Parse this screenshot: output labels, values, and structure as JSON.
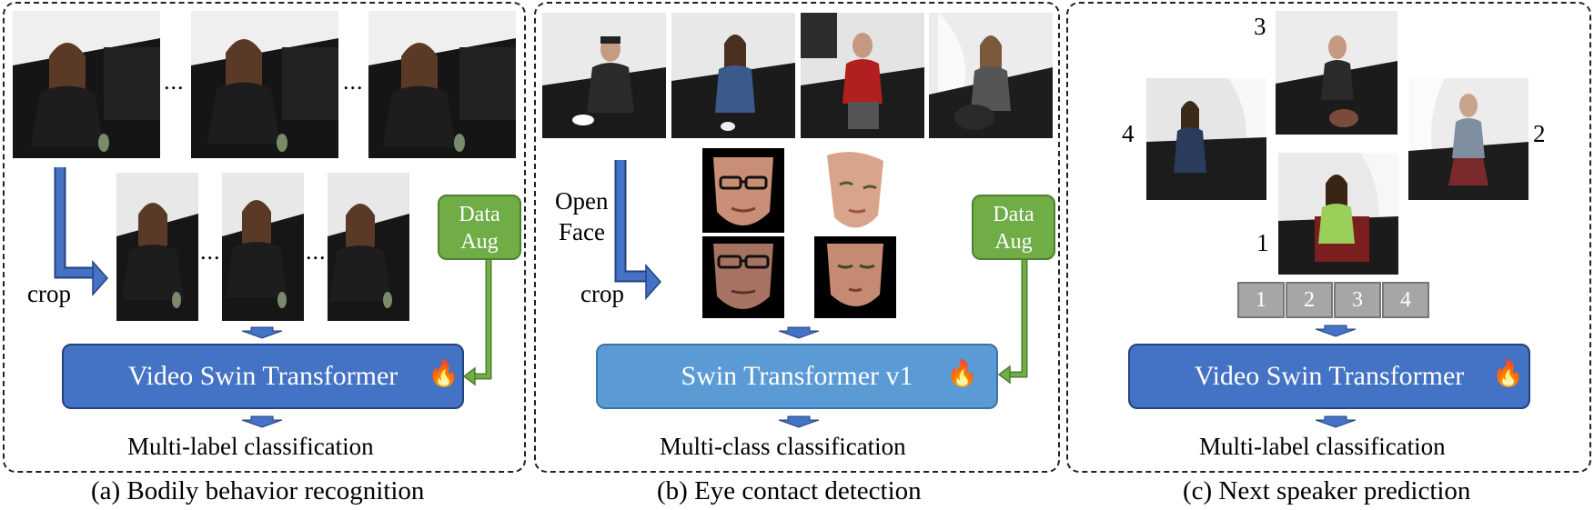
{
  "panel_a": {
    "crop": "crop",
    "data_aug_line1": "Data",
    "data_aug_line2": "Aug",
    "model": "Video Swin Transformer",
    "output": "Multi-label classification",
    "caption": "(a) Bodily behavior recognition",
    "ellipsis": "..."
  },
  "panel_b": {
    "openface_line1": "Open",
    "openface_line2": "Face",
    "crop": "crop",
    "data_aug_line1": "Data",
    "data_aug_line2": "Aug",
    "model": "Swin Transformer v1",
    "output": "Multi-class classification",
    "caption": "(b) Eye contact detection"
  },
  "panel_c": {
    "positions": [
      "1",
      "2",
      "3",
      "4"
    ],
    "sequence": [
      "1",
      "2",
      "3",
      "4"
    ],
    "model": "Video Swin Transformer",
    "output": "Multi-label classification",
    "caption": "(c) Next speaker prediction"
  },
  "icons": {
    "flame": "flame-icon",
    "arrow": "down-arrow-icon"
  },
  "colors": {
    "model_dark": "#4472c4",
    "model_light": "#5b9bd5",
    "aug": "#70ad47",
    "arrow_blue": "#4472c4",
    "arrow_green": "#70ad47"
  }
}
